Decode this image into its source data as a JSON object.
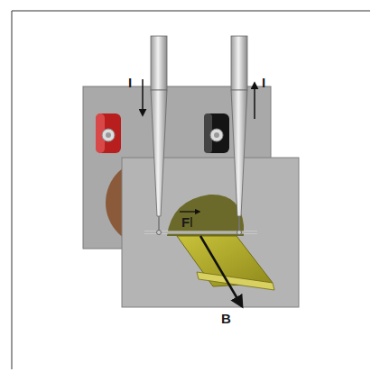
{
  "diagram": {
    "labels": [
      "I",
      "I",
      "F",
      "B"
    ]
  }
}
